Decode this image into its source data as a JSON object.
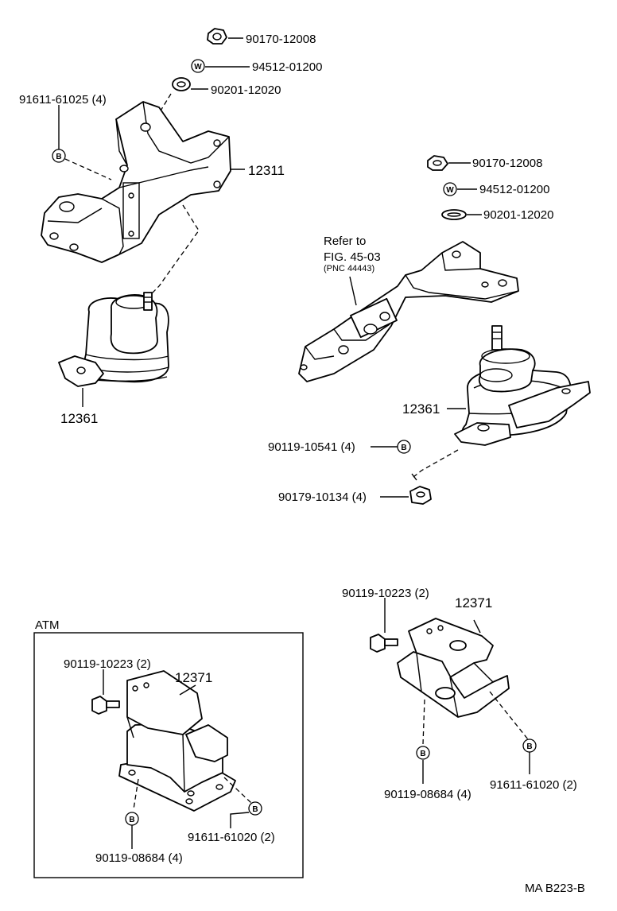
{
  "labels": {
    "top_nut": "90170-12008",
    "top_washer": "94512-01200",
    "top_spacer": "90201-12020",
    "left_bolt": "91611-61025 (4)",
    "bracket_left": "12311",
    "mount_left": "12361",
    "right_nut": "90170-12008",
    "right_washer": "94512-01200",
    "right_spacer": "90201-12020",
    "refer_line1": "Refer to",
    "refer_line2": "FIG. 45-03",
    "refer_line3": "(PNC 44443)",
    "mount_right": "12361",
    "right_bolt": "90119-10541 (4)",
    "right_nut2": "90179-10134 (4)",
    "atm_title": "ATM",
    "atm_bolt_top": "90119-10223 (2)",
    "atm_part": "12371",
    "atm_bolt_bottom_left": "90119-08684 (4)",
    "atm_bolt_bottom_right": "91611-61020 (2)",
    "rear_bolt_top": "90119-10223 (2)",
    "rear_part": "12371",
    "rear_bolt_bottom_left": "90119-08684 (4)",
    "rear_bolt_bottom_right": "91611-61020 (2)",
    "figure_code": "MA B223-B"
  },
  "callout_letters": {
    "bolt": "B",
    "washer": "W"
  }
}
